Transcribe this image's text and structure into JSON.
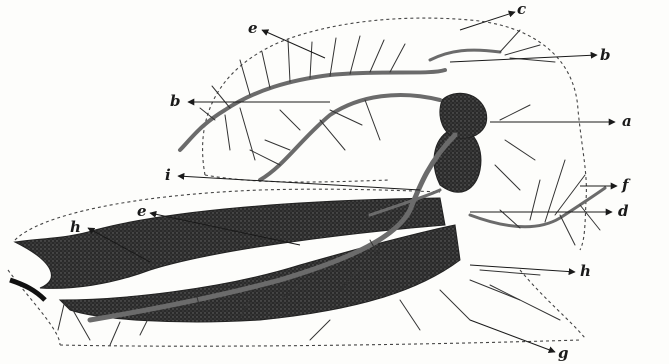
{
  "labels": {
    "a": "a",
    "b_top": "b",
    "b_left": "b",
    "c": "c",
    "d": "d",
    "e_top": "e",
    "e_mid": "e",
    "f": "f",
    "g": "g",
    "h_left": "h",
    "h_right": "h",
    "i": "i"
  }
}
